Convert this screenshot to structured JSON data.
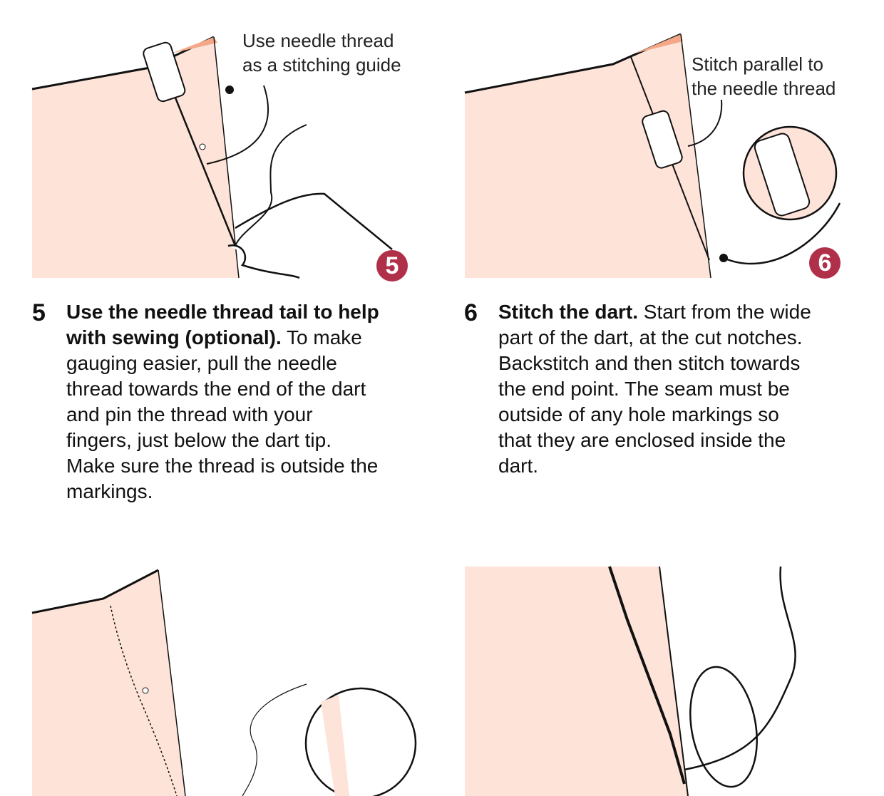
{
  "colors": {
    "fabric": "#fde3d8",
    "fabric_edge": "#f4a888",
    "badge": "#b0304a"
  },
  "panel5": {
    "callout_line1": "Use needle thread",
    "callout_line2": "as a stitching guide",
    "badge": "5"
  },
  "panel6": {
    "callout_line1": "Stitch parallel to",
    "callout_line2": "the needle thread",
    "badge": "6"
  },
  "step5": {
    "number": "5",
    "title": "Use the needle thread tail to help with sewing (optional).",
    "body": " To make gauging easier, pull the needle thread towards the end of the dart and pin the thread with your fingers, just below the dart tip. Make sure the thread is outside the markings."
  },
  "step6": {
    "number": "6",
    "title": "Stitch the dart.",
    "body": " Start from the wide part of the dart, at the cut notches. Backstitch and then stitch towards the end point. The seam must be outside of any hole markings so that they are enclosed inside the dart."
  }
}
